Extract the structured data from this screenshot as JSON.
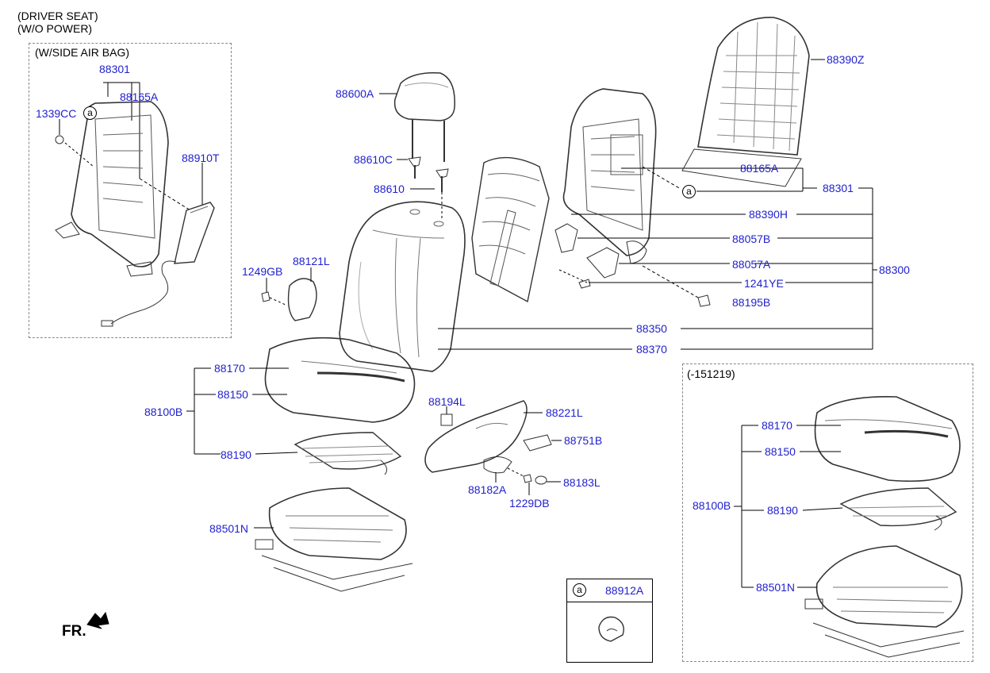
{
  "header": {
    "line1": "(DRIVER SEAT)",
    "line2": "(W/O POWER)"
  },
  "boxes": {
    "side_airbag_label": "(W/SIDE AIR BAG)",
    "variant_label": "(-151219)"
  },
  "parts": {
    "p88301_box": "88301",
    "p88165A_box": "88165A",
    "p1339CC": "1339CC",
    "p88910T": "88910T",
    "p88600A": "88600A",
    "p88610C": "88610C",
    "p88610": "88610",
    "p1249GB": "1249GB",
    "p88121L": "88121L",
    "p88390Z": "88390Z",
    "p88165A": "88165A",
    "p88301": "88301",
    "p88390H": "88390H",
    "p88057B": "88057B",
    "p88057A": "88057A",
    "p88300": "88300",
    "p1241YE": "1241YE",
    "p88195B": "88195B",
    "p88350": "88350",
    "p88370": "88370",
    "p88170": "88170",
    "p88150": "88150",
    "p88100B": "88100B",
    "p88190": "88190",
    "p88501N": "88501N",
    "p88194L": "88194L",
    "p88221L": "88221L",
    "p88751B": "88751B",
    "p88182A": "88182A",
    "p88183L": "88183L",
    "p1229DB": "1229DB",
    "p88170_v": "88170",
    "p88150_v": "88150",
    "p88100B_v": "88100B",
    "p88190_v": "88190",
    "p88501N_v": "88501N"
  },
  "legend": {
    "symbol": "a",
    "part": "88912A"
  },
  "callout_symbol": "a",
  "fr_label": "FR."
}
